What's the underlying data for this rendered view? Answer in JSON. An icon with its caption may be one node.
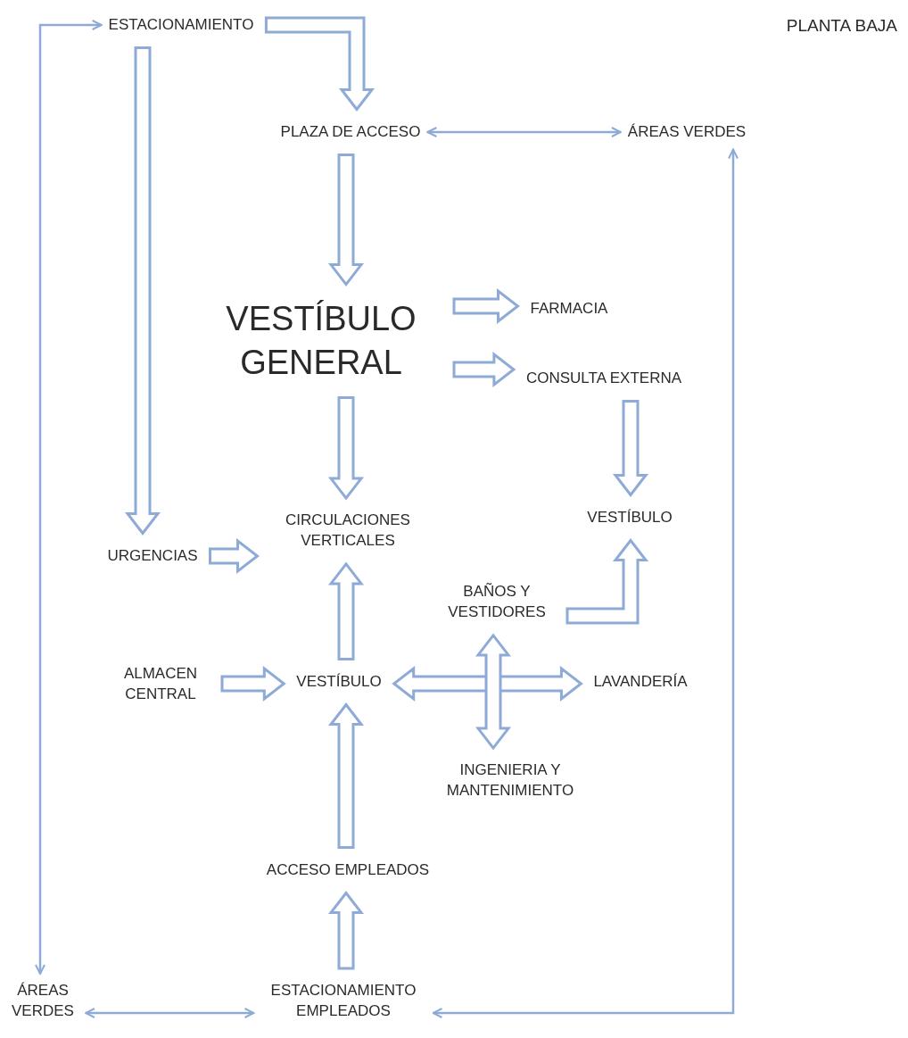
{
  "diagram": {
    "nodes": [
      {
        "text": [
          "ESTACIONAMIENTO"
        ]
      },
      {
        "text": [
          "PLAZA DE ACCESO"
        ]
      },
      {
        "text": [
          "ÁREAS VERDES"
        ]
      },
      {
        "text": [
          "VESTÍBULO GENERAL"
        ]
      },
      {
        "text": [
          "FARMACIA"
        ]
      },
      {
        "text": [
          "CONSULTA EXTERNA"
        ]
      },
      {
        "text": [
          "URGENCIAS"
        ]
      },
      {
        "text": [
          "CIRCULACIONES VERTICALES"
        ]
      },
      {
        "text": [
          "VESTÍBULO"
        ]
      },
      {
        "text": [
          "BAÑOS Y VESTIDORES"
        ]
      },
      {
        "text": [
          "ALMACEN CENTRAL"
        ]
      },
      {
        "text": [
          "VESTÍBULO"
        ]
      },
      {
        "text": [
          "LAVANDERÍA"
        ]
      },
      {
        "text": [
          "INGENIERIA Y MANTENIMIENTO"
        ]
      },
      {
        "text": [
          "ACCESO EMPLEADOS"
        ]
      },
      {
        "text": [
          "ÁREAS VERDES"
        ]
      },
      {
        "text": [
          "ESTACIONAMIENTO EMPLEADOS"
        ]
      }
    ],
    "edges": [
      {
        "from": 0,
        "to": 1,
        "arrow": "to",
        "style": "thick"
      },
      {
        "from": 0,
        "to": 6,
        "arrow": "to",
        "style": "thick"
      },
      {
        "from": 1,
        "to": 2,
        "arrow": "both"
      },
      {
        "from": 1,
        "to": 3,
        "arrow": "to",
        "style": "thick"
      },
      {
        "from": 3,
        "to": 4,
        "arrow": "to",
        "style": "thick"
      },
      {
        "from": 3,
        "to": 5,
        "arrow": "to",
        "style": "thick"
      },
      {
        "from": 3,
        "to": 7,
        "arrow": "to",
        "style": "thick"
      },
      {
        "from": 5,
        "to": 8,
        "arrow": "to",
        "style": "thick"
      },
      {
        "from": 6,
        "to": 7,
        "arrow": "to",
        "style": "thick"
      },
      {
        "from": 11,
        "to": 7,
        "arrow": "to",
        "style": "thick"
      },
      {
        "from": 9,
        "to": 8,
        "arrow": "to",
        "style": "thick"
      },
      {
        "from": 10,
        "to": 11,
        "arrow": "to",
        "style": "thick"
      },
      {
        "from": 11,
        "to": 12,
        "arrow": "both",
        "style": "thick"
      },
      {
        "from": 9,
        "to": 13,
        "arrow": "both",
        "style": "thick"
      },
      {
        "from": 14,
        "to": 11,
        "arrow": "to",
        "style": "thick"
      },
      {
        "from": 16,
        "to": 14,
        "arrow": "to",
        "style": "thick"
      },
      {
        "from": 0,
        "to": 15,
        "arrow": "both"
      },
      {
        "from": 15,
        "to": 16,
        "arrow": "both"
      },
      {
        "from": 16,
        "to": 2,
        "arrow": "both"
      }
    ],
    "labels": [
      "PLANTA BAJA"
    ]
  }
}
